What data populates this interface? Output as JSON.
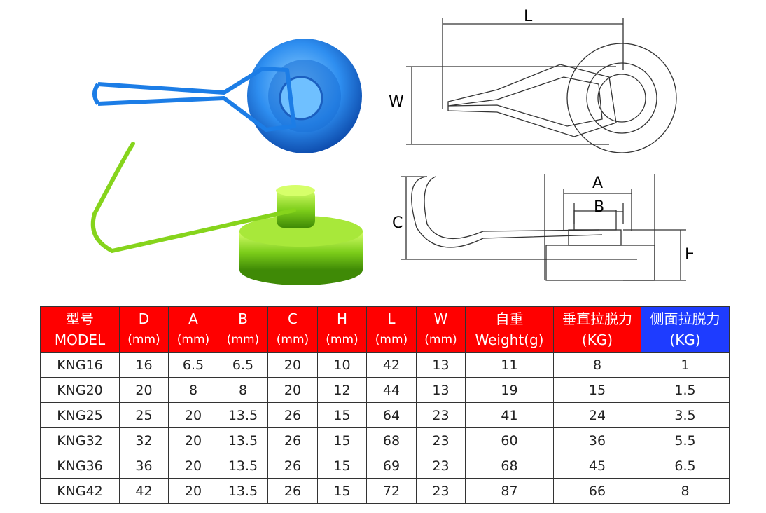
{
  "drawing_labels": {
    "L": "L",
    "W": "W",
    "A": "A",
    "B": "B",
    "C": "C",
    "H": "H"
  },
  "table": {
    "headers": [
      {
        "top": "型号",
        "bottom": "MODEL"
      },
      {
        "top": "D",
        "bottom": "(mm)"
      },
      {
        "top": "A",
        "bottom": "(mm)"
      },
      {
        "top": "B",
        "bottom": "(mm)"
      },
      {
        "top": "C",
        "bottom": "(mm)"
      },
      {
        "top": "H",
        "bottom": "(mm)"
      },
      {
        "top": "L",
        "bottom": "(mm)"
      },
      {
        "top": "W",
        "bottom": "(mm)"
      },
      {
        "top": "自重",
        "bottom": "Weight(g)"
      },
      {
        "top": "垂直拉脱力",
        "bottom": "(KG)"
      },
      {
        "top": "侧面拉脱力",
        "bottom": "(KG)"
      }
    ],
    "rows": [
      [
        "KNG16",
        "16",
        "6.5",
        "6.5",
        "20",
        "10",
        "42",
        "13",
        "11",
        "8",
        "1"
      ],
      [
        "KNG20",
        "20",
        "8",
        "8",
        "20",
        "12",
        "44",
        "13",
        "19",
        "15",
        "1.5"
      ],
      [
        "KNG25",
        "25",
        "20",
        "13.5",
        "26",
        "15",
        "64",
        "23",
        "41",
        "24",
        "3.5"
      ],
      [
        "KNG32",
        "32",
        "20",
        "13.5",
        "26",
        "15",
        "68",
        "23",
        "60",
        "36",
        "5.5"
      ],
      [
        "KNG36",
        "36",
        "20",
        "13.5",
        "26",
        "15",
        "69",
        "23",
        "68",
        "45",
        "6.5"
      ],
      [
        "KNG42",
        "42",
        "20",
        "13.5",
        "26",
        "15",
        "72",
        "23",
        "87",
        "66",
        "8"
      ]
    ]
  }
}
